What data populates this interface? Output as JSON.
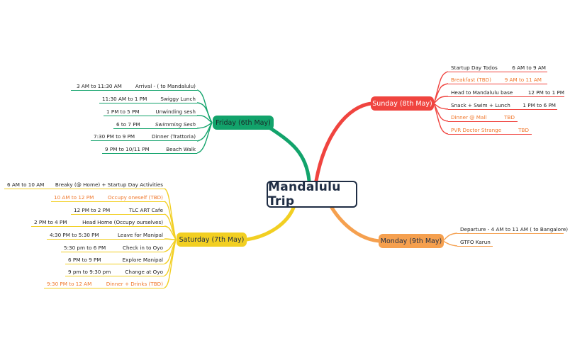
{
  "central_topic": "Mandalulu Trip",
  "colors": {
    "friday": "#12a36b",
    "sunday": "#f0443f",
    "saturday": "#f2cf22",
    "monday": "#f5a04f",
    "highlight_text": "#f0772b",
    "center_border": "#1f2d44"
  },
  "branches": {
    "friday": {
      "label": "Friday (6th May)",
      "items": [
        {
          "time": "3 AM to 11:30 AM",
          "activity": "Arrival - ( to Mandalulu)",
          "highlight": false
        },
        {
          "time": "11:30 AM to 1 PM",
          "activity": "Swiggy Lunch",
          "highlight": false
        },
        {
          "time": "1 PM to 5 PM",
          "activity": "Unwinding sesh",
          "highlight": false
        },
        {
          "time": "6 to 7 PM",
          "activity": "Swimming Sesh",
          "highlight": false
        },
        {
          "time": "7:30 PM to 9 PM",
          "activity": "Dinner (Trattoria)",
          "highlight": false
        },
        {
          "time": "9 PM to 10/11 PM",
          "activity": "Beach Walk",
          "highlight": false
        }
      ]
    },
    "saturday": {
      "label": "Saturday (7th May)",
      "items": [
        {
          "time": "6 AM to 10 AM",
          "activity": "Breaky (@ Home) + Startup Day Activities",
          "highlight": false
        },
        {
          "time": "10 AM to 12 PM",
          "activity": "Occupy oneself (TBD)",
          "highlight": true
        },
        {
          "time": "12 PM to 2 PM",
          "activity": "TLC ART Cafe",
          "highlight": false
        },
        {
          "time": "2 PM to 4 PM",
          "activity": "Head Home (Occupy ourselves)",
          "highlight": false
        },
        {
          "time": "4:30 PM to 5:30 PM",
          "activity": "Leave for Manipal",
          "highlight": false
        },
        {
          "time": "5:30 pm to 6 PM",
          "activity": "Check in to Oyo",
          "highlight": false
        },
        {
          "time": "6 PM to 9 PM",
          "activity": "Explore Manipal",
          "highlight": false
        },
        {
          "time": "9 pm to 9:30 pm",
          "activity": "Change at Oyo",
          "highlight": false
        },
        {
          "time": "9:30 PM to 12 AM",
          "activity": "Dinner + Drinks (TBD)",
          "highlight": true
        }
      ]
    },
    "sunday": {
      "label": "Sunday (8th May)",
      "items": [
        {
          "activity": "Startup Day Todos",
          "time": "6 AM to 9 AM",
          "highlight": false
        },
        {
          "activity": "Breakfast (TBD)",
          "time": "9 AM to 11 AM",
          "highlight": true
        },
        {
          "activity": "Head to Mandalulu base",
          "time": "12 PM to 1 PM",
          "highlight": false
        },
        {
          "activity": "Snack + Swim + Lunch",
          "time": "1 PM to 6 PM",
          "highlight": false
        },
        {
          "activity": "Dinner @ Mall",
          "time": "TBD",
          "highlight": true
        },
        {
          "activity": "PVR Doctor Strange",
          "time": "TBD",
          "highlight": true
        }
      ]
    },
    "monday": {
      "label": "Monday (9th May)",
      "items": [
        {
          "activity": "Departure - 4 AM to 11 AM ( to Bangalore)"
        },
        {
          "activity": "GTFO Karun"
        }
      ]
    }
  }
}
